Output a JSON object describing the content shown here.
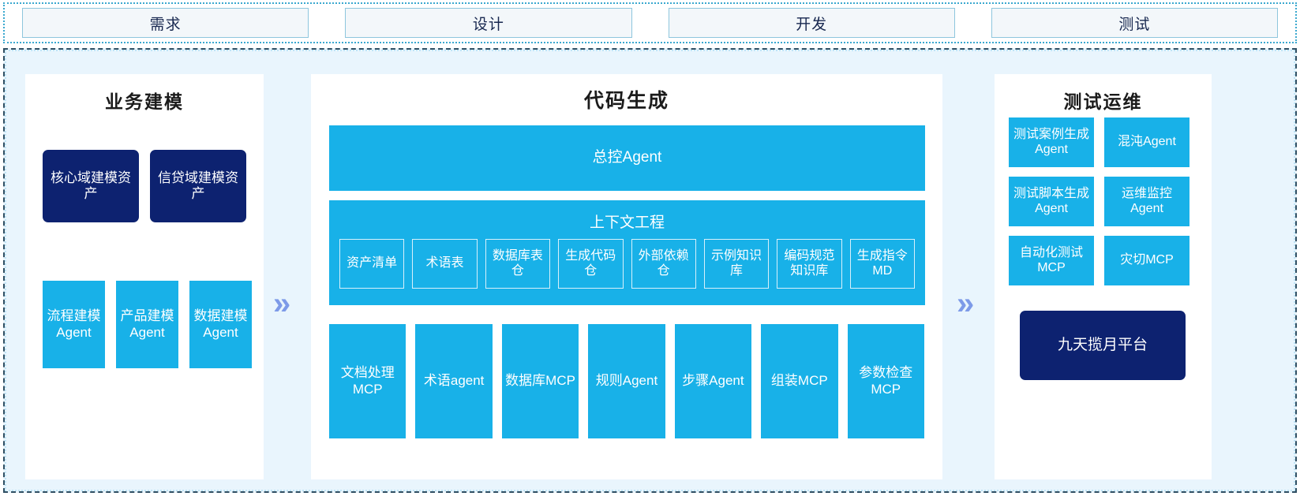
{
  "phases": [
    {
      "label": "需求"
    },
    {
      "label": "设计"
    },
    {
      "label": "开发"
    },
    {
      "label": "测试"
    }
  ],
  "flow_icons": {
    "chevron_1": "»",
    "chevron_2": "»"
  },
  "panels": {
    "left": {
      "title": "业务建模",
      "assets": [
        {
          "label": "核心域建模资产"
        },
        {
          "label": "信贷域建模资产"
        }
      ],
      "agents": [
        {
          "label": "流程建模Agent"
        },
        {
          "label": "产品建模Agent"
        },
        {
          "label": "数据建模Agent"
        }
      ]
    },
    "center": {
      "title": "代码生成",
      "control_agent": "总控Agent",
      "context": {
        "title": "上下文工程",
        "items": [
          {
            "label": "资产清单"
          },
          {
            "label": "术语表"
          },
          {
            "label": "数据库表仓"
          },
          {
            "label": "生成代码仓"
          },
          {
            "label": "外部依赖仓"
          },
          {
            "label": "示例知识库"
          },
          {
            "label": "编码规范知识库"
          },
          {
            "label": "生成指令MD"
          }
        ]
      },
      "tools": [
        {
          "label": "文档处理MCP"
        },
        {
          "label": "术语agent"
        },
        {
          "label": "数据库MCP"
        },
        {
          "label": "规则Agent"
        },
        {
          "label": "步骤Agent"
        },
        {
          "label": "组装MCP"
        },
        {
          "label": "参数检查MCP"
        }
      ]
    },
    "right": {
      "title": "测试运维",
      "tiles": [
        {
          "label": "测试案例生成Agent"
        },
        {
          "label": "混沌Agent"
        },
        {
          "label": "测试脚本生成Agent"
        },
        {
          "label": "运维监控Agent"
        },
        {
          "label": "自动化测试MCP"
        },
        {
          "label": "灾切MCP"
        }
      ],
      "platform": "九天揽月平台"
    }
  },
  "colors": {
    "cyan": "#18b1e8",
    "navy": "#0d2270",
    "panel_bg": "#ffffff",
    "frame_bg": "#e9f5fd",
    "chevron": "#7d9ae8",
    "phase_border": "#8ec6dd",
    "phase_text": "#17274f"
  }
}
